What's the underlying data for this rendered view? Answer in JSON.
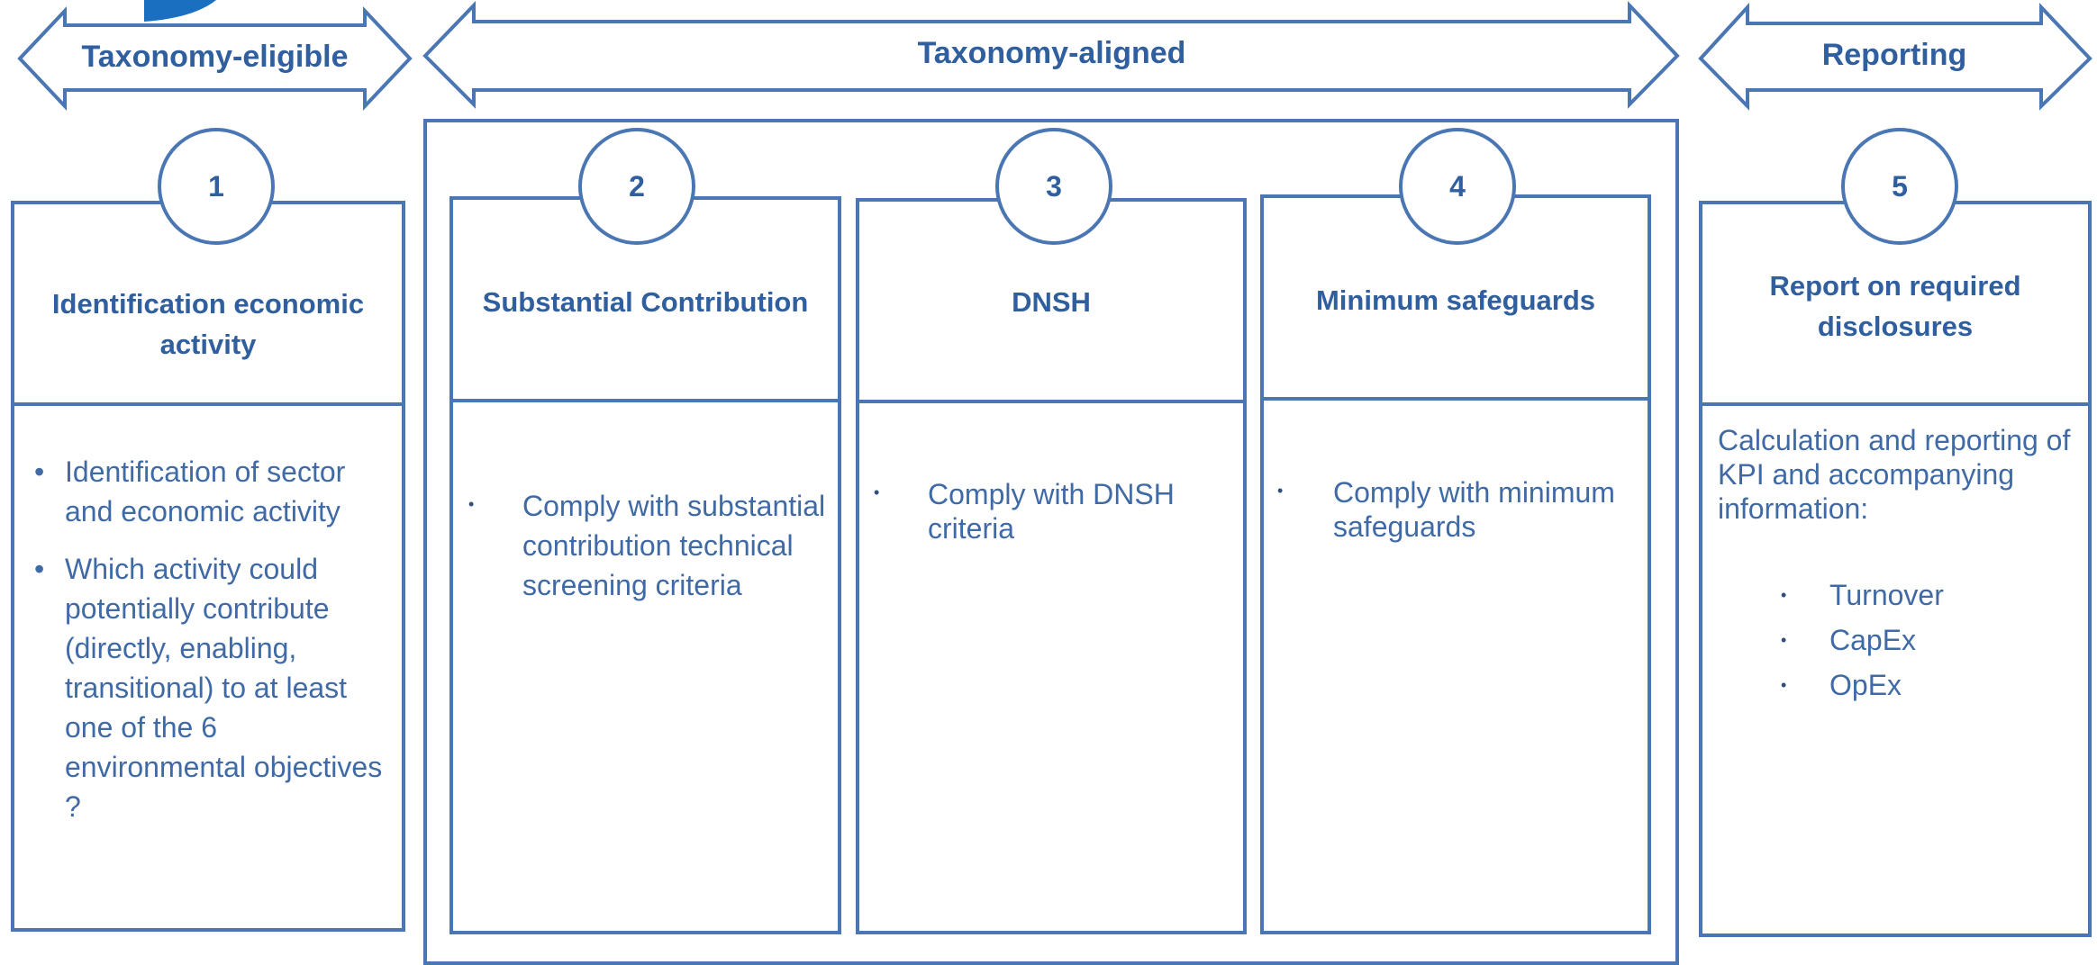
{
  "arrows": {
    "eligible": "Taxonomy-eligible",
    "aligned": "Taxonomy-aligned",
    "reporting": "Reporting"
  },
  "steps": [
    {
      "number": "1",
      "title": "Identification economic activity",
      "bullets": [
        "Identification of sector and economic activity",
        "Which activity could potentially contribute (directly, enabling, transitional) to at least one of the 6 environmental objectives ?"
      ]
    },
    {
      "number": "2",
      "title": "Substantial Contribution",
      "bullets": [
        "Comply with substantial contribution technical screening criteria"
      ]
    },
    {
      "number": "3",
      "title": "DNSH",
      "bullets": [
        "Comply with DNSH criteria"
      ]
    },
    {
      "number": "4",
      "title": "Minimum safeguards",
      "bullets": [
        "Comply with minimum safeguards"
      ]
    },
    {
      "number": "5",
      "title": "Report on required disclosures",
      "intro": "Calculation and reporting of KPI and accompanying information:",
      "bullets": [
        "Turnover",
        "CapEx",
        "OpEx"
      ]
    }
  ],
  "colors": {
    "stroke": "#4a76b3",
    "heading": "#2f5f9e",
    "text": "#3f6aa6",
    "logo": "#1a6fc0"
  }
}
